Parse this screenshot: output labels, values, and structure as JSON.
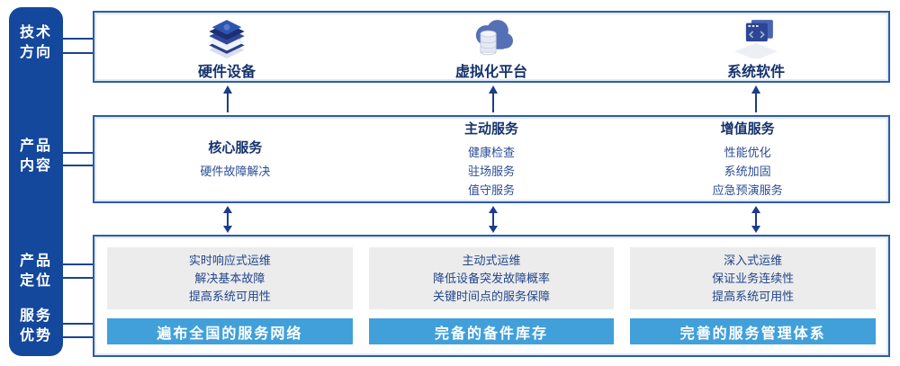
{
  "sidebar": {
    "labels": [
      {
        "line1": "技术",
        "line2": "方向"
      },
      {
        "line1": "产品",
        "line2": "内容"
      },
      {
        "line1": "产品",
        "line2": "定位"
      },
      {
        "line1": "服务",
        "line2": "优势"
      }
    ]
  },
  "tech_row": {
    "items": [
      {
        "icon": "hardware-stack-icon",
        "label": "硬件设备"
      },
      {
        "icon": "cloud-database-icon",
        "label": "虚拟化平台"
      },
      {
        "icon": "code-window-icon",
        "label": "系统软件"
      }
    ]
  },
  "content_row": {
    "columns": [
      {
        "title": "核心服务",
        "items": [
          "硬件故障解决"
        ]
      },
      {
        "title": "主动服务",
        "items": [
          "健康检查",
          "驻场服务",
          "值守服务"
        ]
      },
      {
        "title": "增值服务",
        "items": [
          "性能优化",
          "系统加固",
          "应急预演服务"
        ]
      }
    ]
  },
  "bottom_row": {
    "columns": [
      {
        "positioning": [
          "实时响应式运维",
          "解决基本故障",
          "提高系统可用性"
        ],
        "advantage": "遍布全国的服务网络"
      },
      {
        "positioning": [
          "主动式运维",
          "降低设备突发故障概率",
          "关键时间点的服务保障"
        ],
        "advantage": "完备的备件库存"
      },
      {
        "positioning": [
          "深入式运维",
          "保证业务连续性",
          "提高系统可用性"
        ],
        "advantage": "完善的服务管理体系"
      }
    ]
  },
  "colors": {
    "sidebar_bg": "#14489c",
    "box_border": "#2e5ca8",
    "box_border_glow": "#dfe9f7",
    "connector": "#1d4290",
    "arrow": "#1d3c8c",
    "heading_text": "#16336e",
    "body_text": "#2a4d96",
    "gray_card_bg": "#ececec",
    "advantage_bar_bg": "#41a0da",
    "advantage_bar_text": "#ffffff"
  }
}
